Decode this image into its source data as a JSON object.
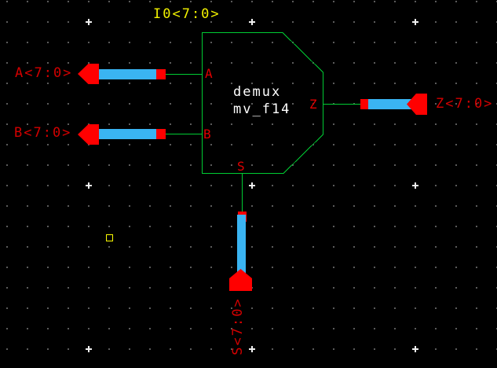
{
  "instance": {
    "name": "I0<7:0>",
    "cell_line1": "demux",
    "cell_line2": "mv_f14",
    "pin_labels": {
      "a": "A",
      "b": "B",
      "s": "S",
      "z": "Z"
    }
  },
  "nets": {
    "a": "A<7:0>",
    "b": "B<7:0>",
    "s": "S<7:0>",
    "z": "Z<7:0>"
  },
  "colors": {
    "background": "#000000",
    "grid_dot": "#8a8a8a",
    "grid_cross": "#f0f0f0",
    "symbol_green": "#00cc33",
    "bus_blue": "#3ab4f2",
    "pin_shape_red": "#ff0000",
    "net_label_red": "#d40000",
    "pin_letter_red": "#e00000",
    "instance_label_yellow": "#f2f200",
    "symbol_text_white": "#ffffff",
    "marker_yellow": "#ffff00"
  }
}
